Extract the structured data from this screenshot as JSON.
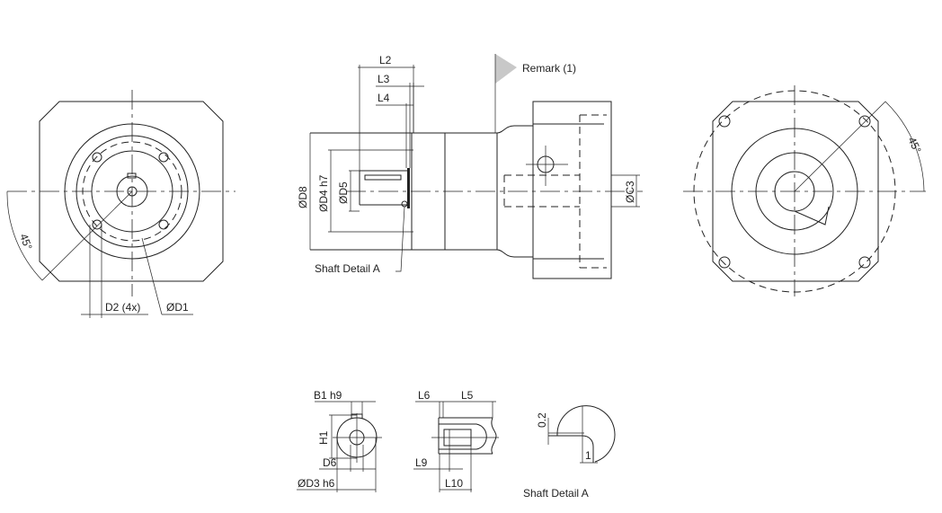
{
  "drawing": {
    "front_view": {
      "angle": "45°",
      "d2": "D2 (4x)",
      "d1": "ØD1"
    },
    "side_view": {
      "remark": "Remark (1)",
      "l2": "L2",
      "l3": "L3",
      "l4": "L4",
      "d8": "ØD8",
      "d4": "ØD4 h7",
      "d5": "ØD5",
      "c3": "ØC3",
      "shaft_detail_ref": "Shaft Detail  A"
    },
    "rear_view": {
      "angle": "45°"
    },
    "shaft_section": {
      "b1": "B1 h9",
      "h1": "H1",
      "d6": "D6",
      "d3": "ØD3 h6"
    },
    "shaft_end": {
      "l6": "L6",
      "l5": "L5",
      "l9": "L9",
      "l10": "L10"
    },
    "detail_a": {
      "dim_02": "0.2",
      "dim_1": "1",
      "title": "Shaft  Detail  A"
    }
  }
}
